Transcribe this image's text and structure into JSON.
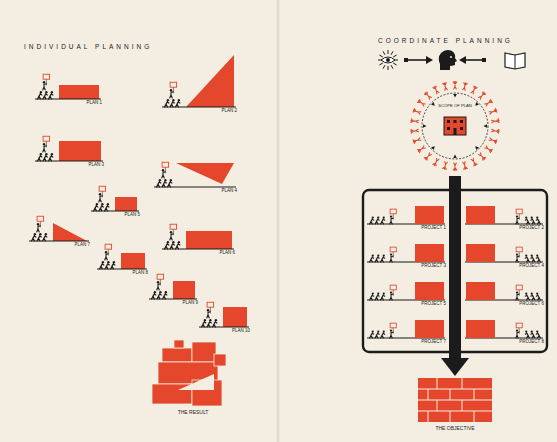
{
  "diagram": {
    "nodes": [
      {
        "text": [
          "PLAN 1"
        ]
      },
      {
        "text": [
          "PLAN 2"
        ]
      },
      {
        "text": [
          "PLAN 3"
        ]
      },
      {
        "text": [
          "PLAN 4"
        ]
      },
      {
        "text": [
          "PLAN 5"
        ]
      },
      {
        "text": [
          "PLAN 6"
        ]
      },
      {
        "text": [
          "PLAN 7"
        ]
      },
      {
        "text": [
          "PLAN 8"
        ]
      },
      {
        "text": [
          "PLAN 9"
        ]
      },
      {
        "text": [
          "PLAN 10"
        ]
      },
      {
        "text": [
          "THE RESULT"
        ]
      },
      {
        "text": [
          "SCOPE OF PLAN"
        ]
      },
      {
        "text": [
          "PROJECT 1"
        ]
      },
      {
        "text": [
          "PROJECT 2"
        ]
      },
      {
        "text": [
          "PROJECT 3"
        ]
      },
      {
        "text": [
          "PROJECT 4"
        ]
      },
      {
        "text": [
          "PROJECT 5"
        ]
      },
      {
        "text": [
          "PROJECT 6"
        ]
      },
      {
        "text": [
          "PROJECT 7"
        ]
      },
      {
        "text": [
          "PROJECT 8"
        ]
      },
      {
        "text": [
          "THE OBJECTIVE"
        ]
      }
    ],
    "edges": [
      {
        "from": 11,
        "to": 20,
        "arrow": "to"
      }
    ],
    "labels": [
      "INDIVIDUAL PLANNING",
      "COORDINATE PLANNING"
    ]
  }
}
